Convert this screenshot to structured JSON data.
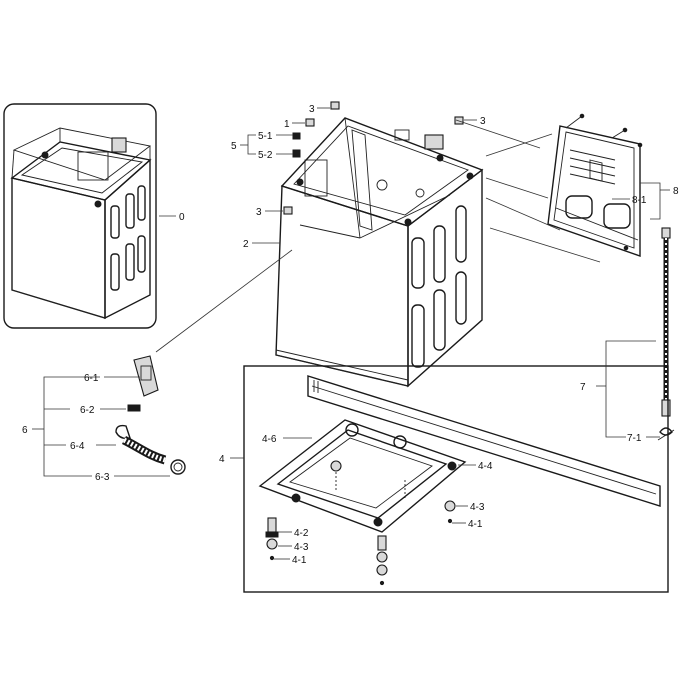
{
  "callouts": {
    "c0": "0",
    "c1": "1",
    "c2": "2",
    "c3a": "3",
    "c3b": "3",
    "c3c": "3",
    "c4": "4",
    "c4_1a": "4-1",
    "c4_1b": "4-1",
    "c4_2": "4-2",
    "c4_3a": "4-3",
    "c4_3b": "4-3",
    "c4_4": "4-4",
    "c4_6": "4-6",
    "c5": "5",
    "c5_1": "5-1",
    "c5_2": "5-2",
    "c6": "6",
    "c6_1": "6-1",
    "c6_2": "6-2",
    "c6_3": "6-3",
    "c6_4": "6-4",
    "c7": "7",
    "c7_1": "7-1",
    "c8": "8",
    "c8_1": "8-1"
  }
}
